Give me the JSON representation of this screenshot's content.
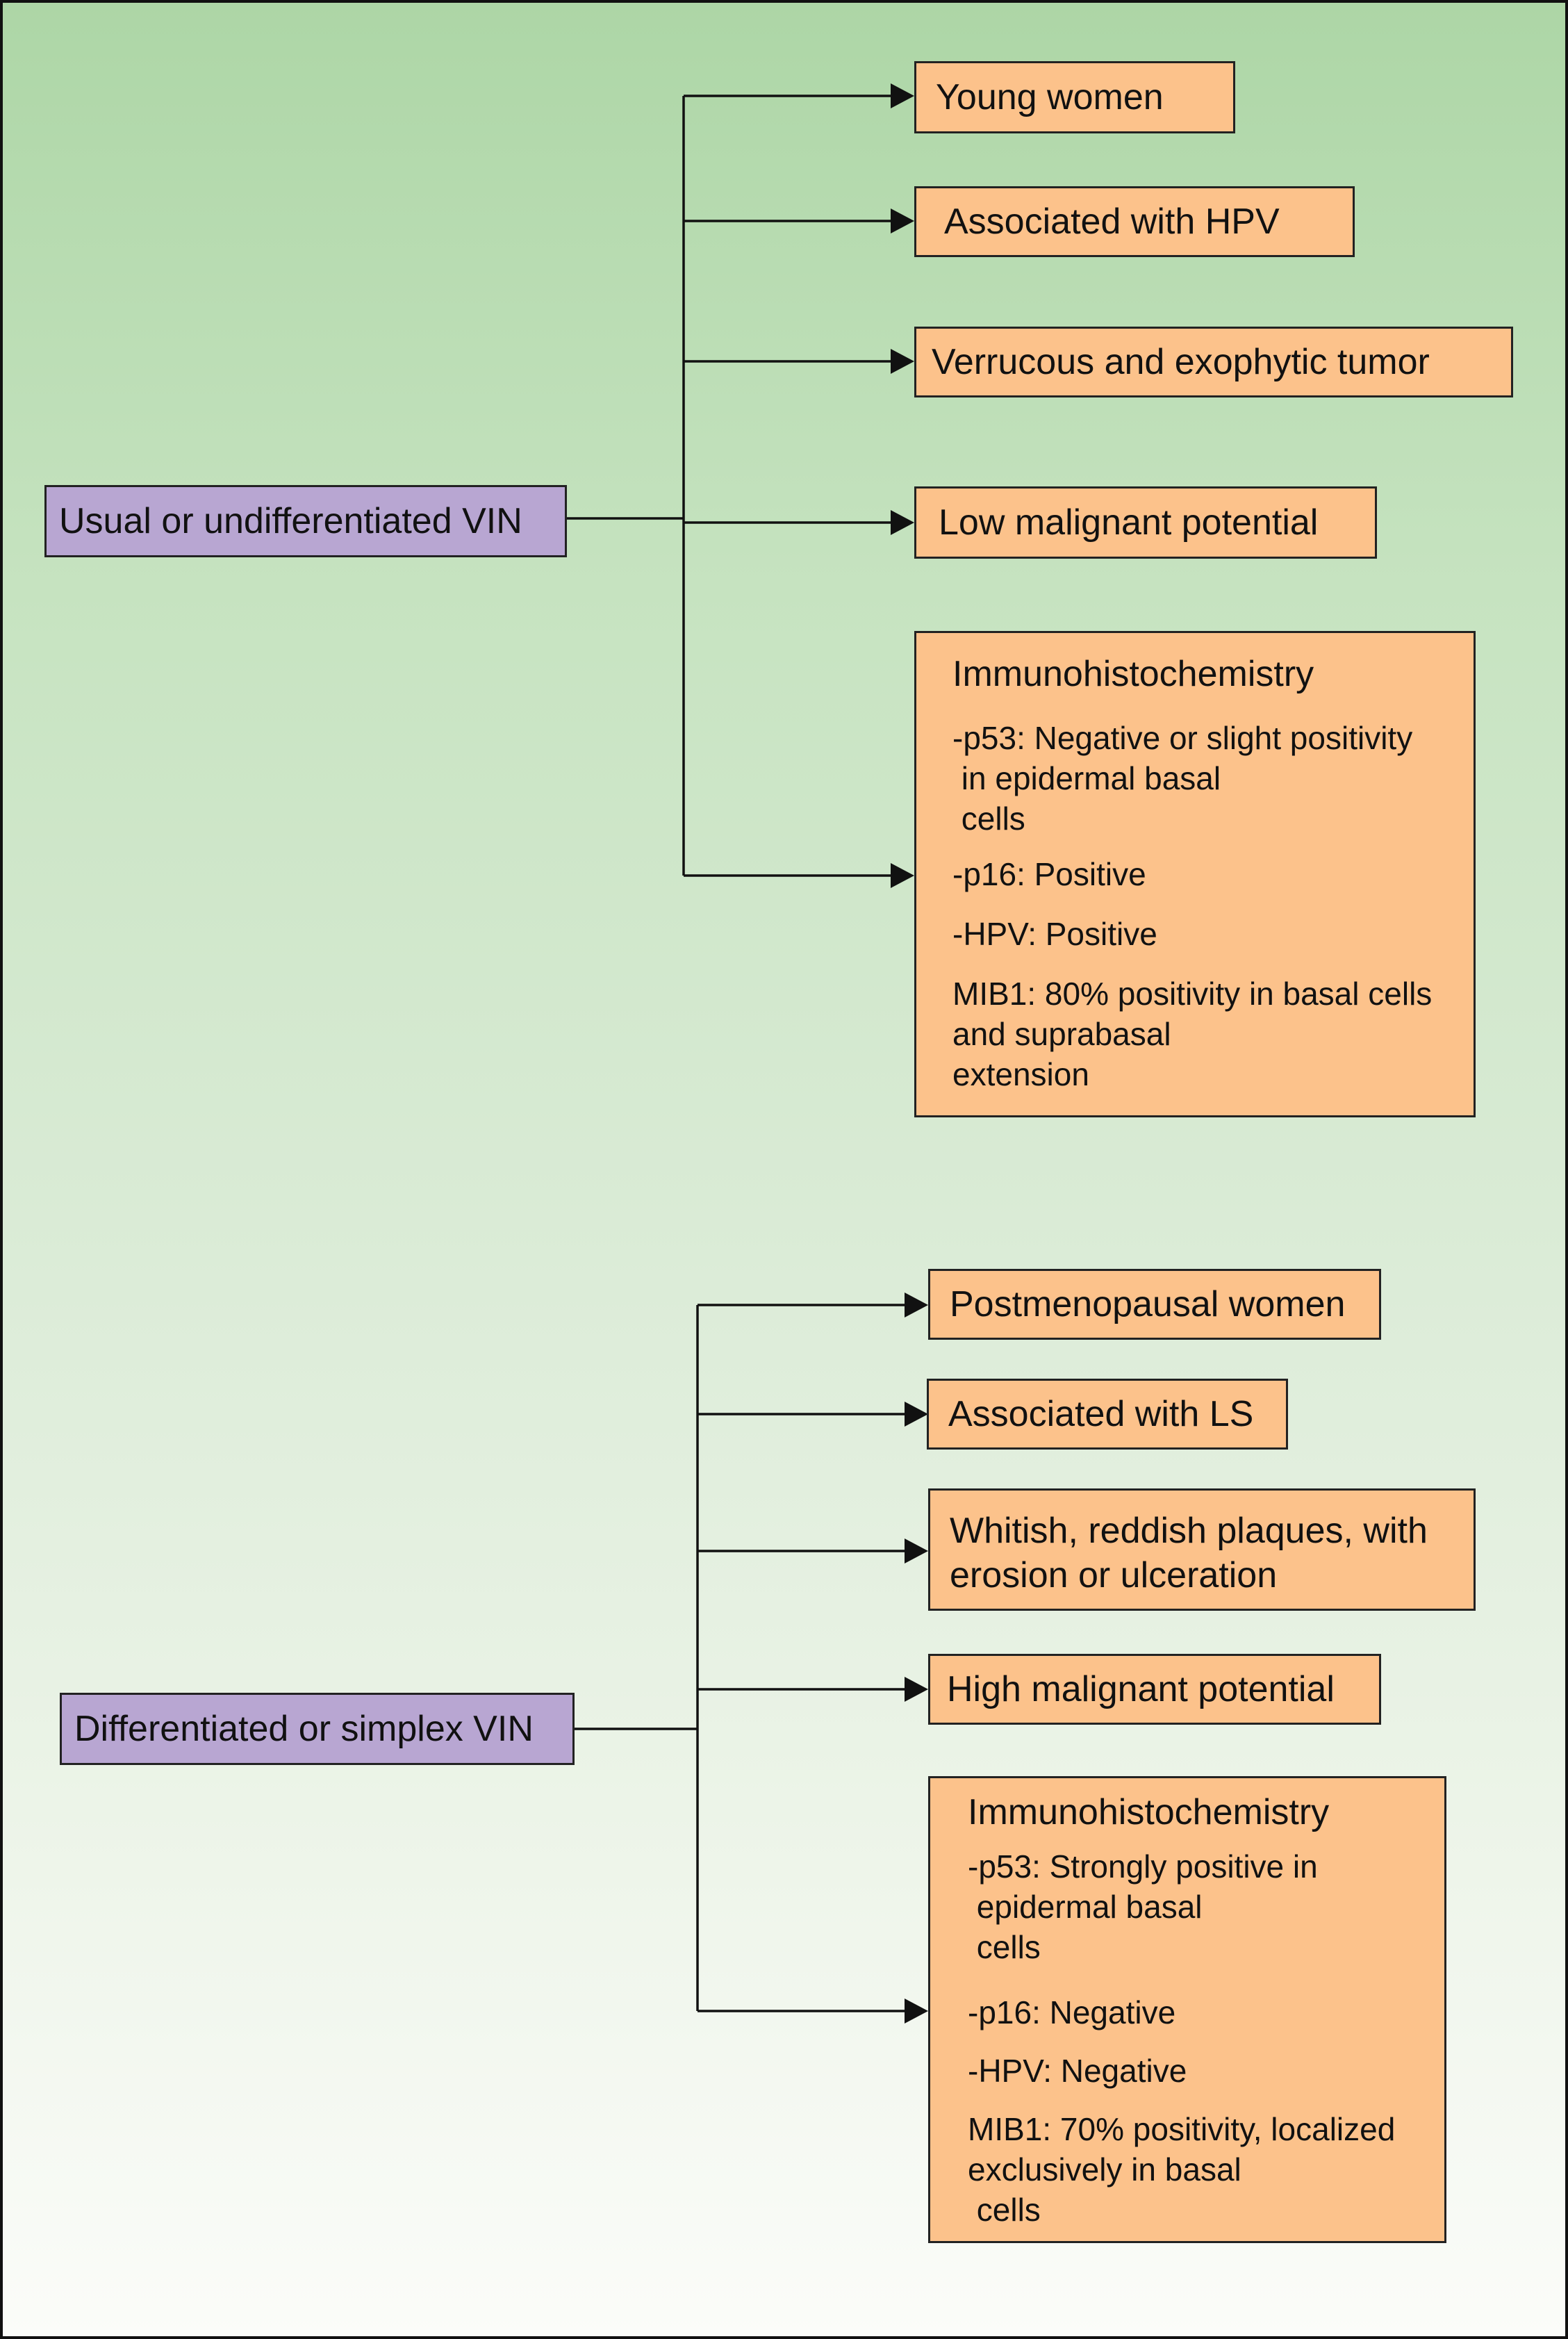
{
  "colors": {
    "background_top": "#add6a6",
    "background_bottom": "#fbfcf9",
    "root_fill": "#b8a6d2",
    "leaf_fill": "#fcc28b",
    "line": "#111111"
  },
  "groups": [
    {
      "root": "Usual or undifferentiated VIN",
      "children": [
        "Young women",
        "Associated with HPV",
        "Verrucous and exophytic tumor",
        "Low malignant potential"
      ],
      "ihc": {
        "title": "Immunohistochemistry",
        "items": [
          "-p53: Negative or slight positivity\n in epidermal basal\n cells",
          "-p16: Positive",
          "-HPV: Positive",
          "MIB1: 80% positivity in basal cells\nand suprabasal\nextension"
        ]
      }
    },
    {
      "root": "Differentiated or simplex VIN",
      "children": [
        "Postmenopausal women",
        "Associated with LS",
        "Whitish, reddish plaques, with erosion or ulceration",
        "High malignant potential"
      ],
      "ihc": {
        "title": "Immunohistochemistry",
        "items": [
          "-p53: Strongly positive in\n epidermal basal\n cells",
          "-p16: Negative",
          "-HPV: Negative",
          "MIB1: 70% positivity, localized\nexclusively in basal\n cells"
        ]
      }
    }
  ]
}
